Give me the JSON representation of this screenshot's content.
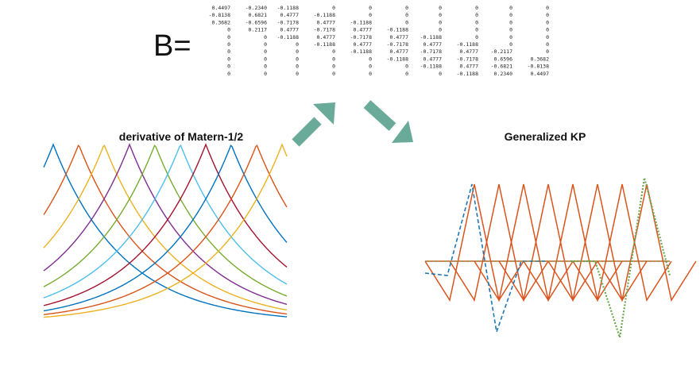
{
  "equation_label": "B=",
  "matrix": [
    [
      "0.4497",
      "-0.2340",
      "-0.1188",
      "0",
      "0",
      "0",
      "0",
      "0",
      "0",
      "0"
    ],
    [
      "-0.8138",
      "0.6821",
      "0.4777",
      "-0.1188",
      "0",
      "0",
      "0",
      "0",
      "0",
      "0"
    ],
    [
      "0.3682",
      "-0.6596",
      "-0.7178",
      "0.4777",
      "-0.1188",
      "0",
      "0",
      "0",
      "0",
      "0"
    ],
    [
      "0",
      "0.2117",
      "0.4777",
      "-0.7178",
      "0.4777",
      "-0.1188",
      "0",
      "0",
      "0",
      "0"
    ],
    [
      "0",
      "0",
      "-0.1188",
      "0.4777",
      "-0.7178",
      "0.4777",
      "-0.1188",
      "0",
      "0",
      "0"
    ],
    [
      "0",
      "0",
      "0",
      "-0.1188",
      "0.4777",
      "-0.7178",
      "0.4777",
      "-0.1188",
      "0",
      "0"
    ],
    [
      "0",
      "0",
      "0",
      "0",
      "-0.1188",
      "0.4777",
      "-0.7178",
      "0.4777",
      "-0.2117",
      "0"
    ],
    [
      "0",
      "0",
      "0",
      "0",
      "0",
      "-0.1188",
      "0.4777",
      "-0.7178",
      "0.6596",
      "0.3682"
    ],
    [
      "0",
      "0",
      "0",
      "0",
      "0",
      "0",
      "-0.1188",
      "0.4777",
      "-0.6821",
      "-0.8138"
    ],
    [
      "0",
      "0",
      "0",
      "0",
      "0",
      "0",
      "0",
      "-0.1188",
      "0.2340",
      "0.4497"
    ]
  ],
  "left_panel": {
    "title": "derivative of Matern-1/2",
    "colors": [
      "#0072BD",
      "#D95319",
      "#EDB120",
      "#7E2F8E",
      "#77AC30",
      "#4DBEEE",
      "#A2142F",
      "#0072BD",
      "#D95319",
      "#EDB120"
    ]
  },
  "right_panel": {
    "title": "Generalized KP",
    "colors": {
      "edge_left": "#1f77b4",
      "interior": "#d9541e",
      "edge_right": "#6aa84f"
    }
  },
  "arrow_color": "#6aaa98"
}
